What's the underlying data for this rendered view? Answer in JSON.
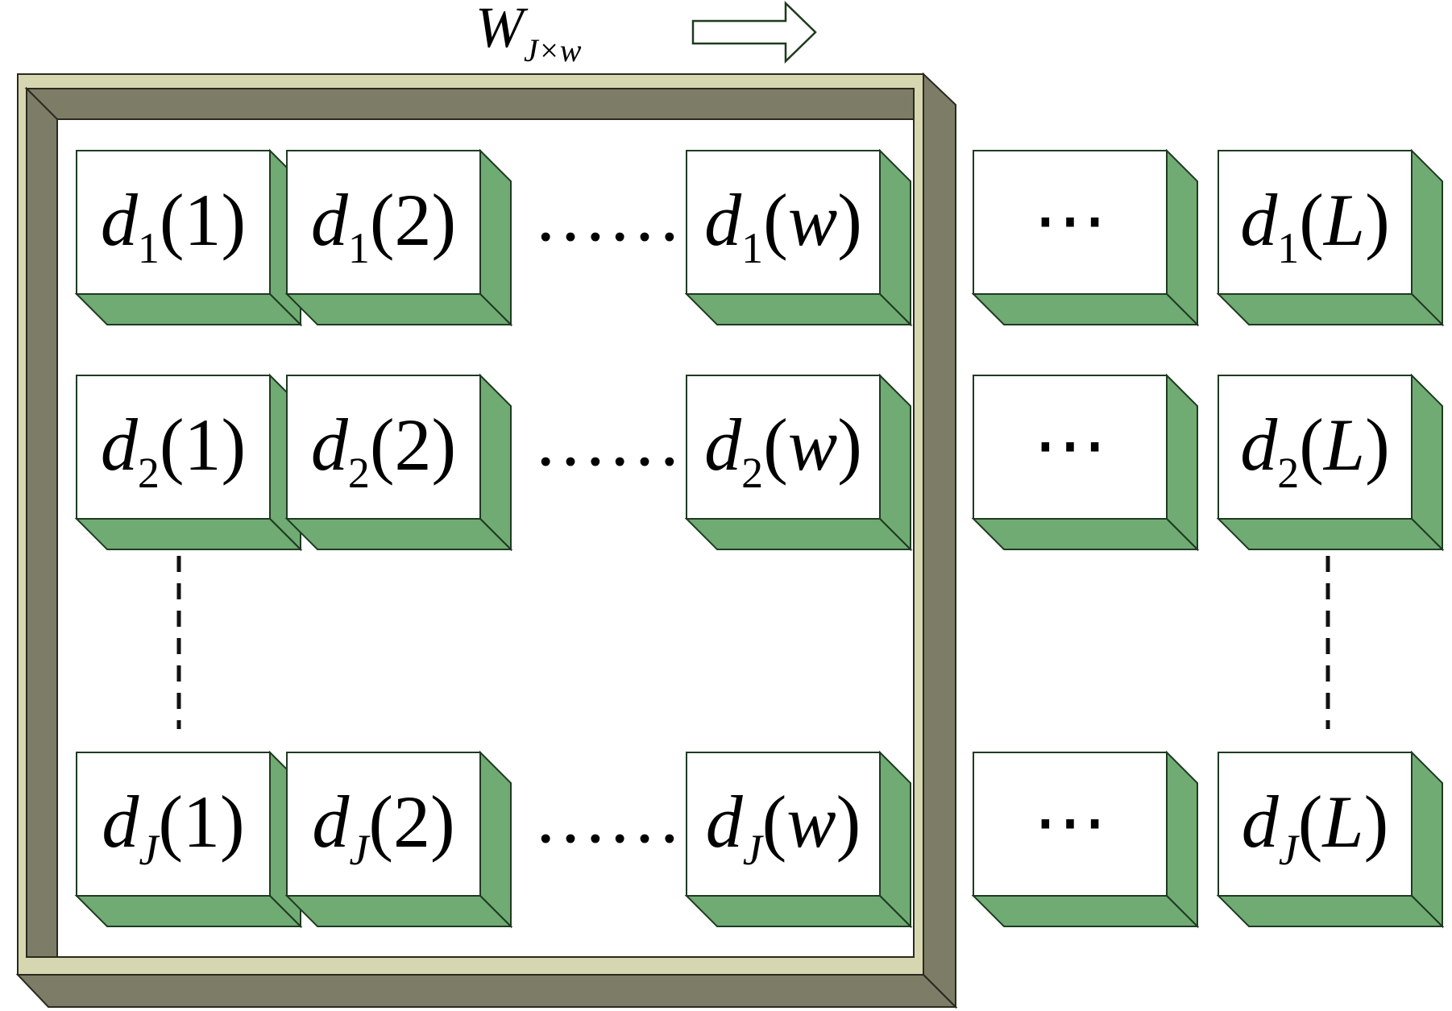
{
  "window_label": {
    "symbol": "W",
    "subscript": "J×w"
  },
  "palette": {
    "box_face": "#ffffff",
    "box_side": "#6fab72",
    "box_stroke": "#1f3a22",
    "frame_light": "#d6d6b0",
    "frame_dark": "#7d7d67",
    "frame_stroke": "#2a2a20",
    "arrow_stroke": "#1e3a1e"
  },
  "rows": [
    {
      "cells": [
        {
          "kind": "cell",
          "symbol": "d",
          "subscript": "1",
          "arg": "(1)"
        },
        {
          "kind": "cell",
          "symbol": "d",
          "subscript": "1",
          "arg": "(2)"
        },
        {
          "kind": "dots",
          "text": "……"
        },
        {
          "kind": "cell",
          "symbol": "d",
          "subscript": "1",
          "arg": "(w)"
        },
        {
          "kind": "cell",
          "text": "⋯"
        },
        {
          "kind": "cell",
          "symbol": "d",
          "subscript": "1",
          "arg": "(L)"
        }
      ]
    },
    {
      "cells": [
        {
          "kind": "cell",
          "symbol": "d",
          "subscript": "2",
          "arg": "(1)"
        },
        {
          "kind": "cell",
          "symbol": "d",
          "subscript": "2",
          "arg": "(2)"
        },
        {
          "kind": "dots",
          "text": "……"
        },
        {
          "kind": "cell",
          "symbol": "d",
          "subscript": "2",
          "arg": "(w)"
        },
        {
          "kind": "cell",
          "text": "⋯"
        },
        {
          "kind": "cell",
          "symbol": "d",
          "subscript": "2",
          "arg": "(L)"
        }
      ]
    },
    {
      "cells": [
        {
          "kind": "cell",
          "symbol": "d",
          "subscript": "J",
          "arg": "(1)"
        },
        {
          "kind": "cell",
          "symbol": "d",
          "subscript": "J",
          "arg": "(2)"
        },
        {
          "kind": "dots",
          "text": "……"
        },
        {
          "kind": "cell",
          "symbol": "d",
          "subscript": "J",
          "arg": "(w)"
        },
        {
          "kind": "cell",
          "text": "⋯"
        },
        {
          "kind": "cell",
          "symbol": "d",
          "subscript": "J",
          "arg": "(L)"
        }
      ]
    }
  ]
}
